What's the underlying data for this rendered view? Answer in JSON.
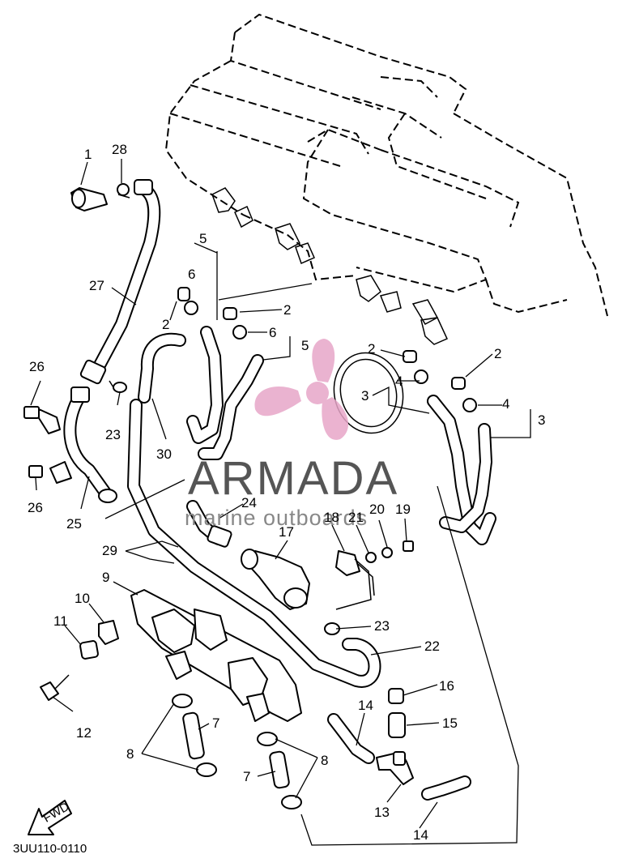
{
  "watermark": {
    "brand": "ARMADA",
    "tagline": "marine outboards",
    "logo_color": "#e7a6c8"
  },
  "diagram_code": "3UU110-0110",
  "fwd_label": "FWD",
  "callouts": {
    "c1": "1",
    "c2a": "2",
    "c2b": "2",
    "c2c": "2",
    "c2d": "2",
    "c3a": "3",
    "c3b": "3",
    "c4a": "4",
    "c4b": "4",
    "c5a": "5",
    "c5b": "5",
    "c6a": "6",
    "c6b": "6",
    "c7a": "7",
    "c7b": "7",
    "c8a": "8",
    "c8b": "8",
    "c9": "9",
    "c10": "10",
    "c11": "11",
    "c12": "12",
    "c13": "13",
    "c14a": "14",
    "c14b": "14",
    "c15": "15",
    "c16": "16",
    "c17": "17",
    "c18": "18",
    "c19": "19",
    "c20": "20",
    "c21": "21",
    "c22": "22",
    "c23a": "23",
    "c23b": "23",
    "c24": "24",
    "c25": "25",
    "c26a": "26",
    "c26b": "26",
    "c27": "27",
    "c28": "28",
    "c29": "29",
    "c30": "30"
  }
}
